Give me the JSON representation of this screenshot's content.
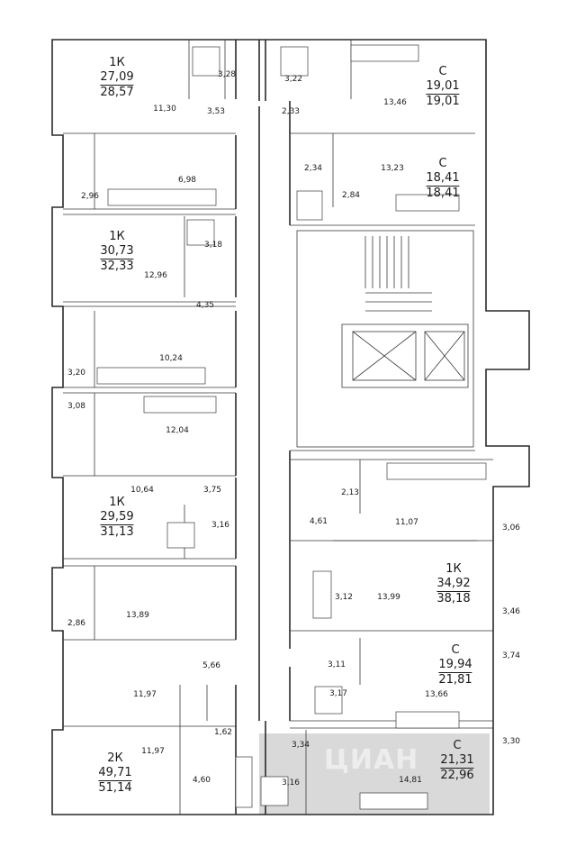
{
  "accent_color": "#d9d9d9",
  "apartments": [
    {
      "id": "a1",
      "type": "1К",
      "living": "27,09",
      "total": "28,57"
    },
    {
      "id": "a2",
      "type": "С",
      "living": "19,01",
      "total": "19,01"
    },
    {
      "id": "a3",
      "type": "С",
      "living": "18,41",
      "total": "18,41"
    },
    {
      "id": "a4",
      "type": "1К",
      "living": "30,73",
      "total": "32,33"
    },
    {
      "id": "a5",
      "type": "1К",
      "living": "29,59",
      "total": "31,13"
    },
    {
      "id": "a6",
      "type": "1К",
      "living": "34,92",
      "total": "38,18"
    },
    {
      "id": "a7",
      "type": "С",
      "living": "19,94",
      "total": "21,81"
    },
    {
      "id": "a8",
      "type": "2К",
      "living": "49,71",
      "total": "51,14"
    },
    {
      "id": "a9",
      "type": "С",
      "living": "21,31",
      "total": "22,96",
      "highlighted": true
    }
  ],
  "room_areas": [
    "3,28",
    "3,22",
    "11,30",
    "3,53",
    "2,33",
    "13,46",
    "2,34",
    "13,23",
    "6,98",
    "2,96",
    "2,84",
    "3,18",
    "12,96",
    "4,35",
    "10,24",
    "3,20",
    "3,08",
    "12,04",
    "10,64",
    "3,75",
    "2,13",
    "4,61",
    "11,07",
    "3,06",
    "3,16",
    "3,12",
    "13,99",
    "3,46",
    "13,89",
    "2,86",
    "5,66",
    "3,11",
    "3,17",
    "13,66",
    "3,74",
    "11,97",
    "1,62",
    "11,97",
    "3,34",
    "3,30",
    "4,60",
    "3,16",
    "14,81"
  ],
  "watermark": "ЦИАН"
}
